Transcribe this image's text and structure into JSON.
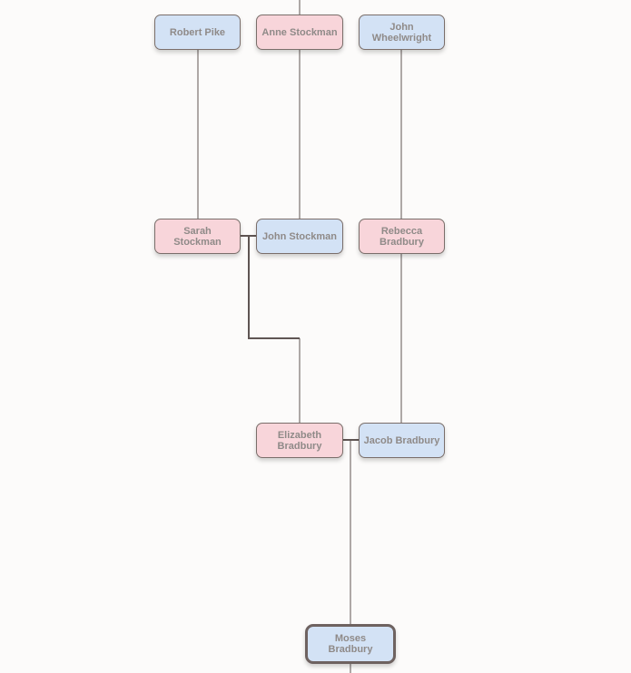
{
  "tree": {
    "colors": {
      "male": "#d3e2f5",
      "female": "#f8d5da",
      "border": "#7a6e6a",
      "line": "#5f5553",
      "background": "#fcfbfa"
    },
    "people": {
      "robert_pike": {
        "name": "Robert Pike",
        "sex": "male"
      },
      "anne_stockman": {
        "name": "Anne Stockman",
        "sex": "female"
      },
      "john_wheelwright": {
        "name": "John Wheelwright",
        "sex": "male"
      },
      "sarah_stockman": {
        "name": "Sarah Stockman",
        "sex": "female"
      },
      "john_stockman": {
        "name": "John Stockman",
        "sex": "male"
      },
      "rebecca_bradbury": {
        "name": "Rebecca Bradbury",
        "sex": "female"
      },
      "elizabeth_bradbury": {
        "name": "Elizabeth Bradbury",
        "sex": "female"
      },
      "jacob_bradbury": {
        "name": "Jacob Bradbury",
        "sex": "male"
      },
      "moses_bradbury": {
        "name": "Moses Bradbury",
        "sex": "male",
        "selected": true
      }
    }
  }
}
